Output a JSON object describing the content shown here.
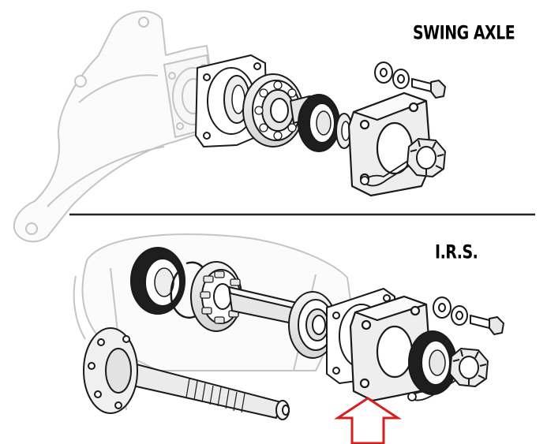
{
  "labels": {
    "swing_axle": "SWING AXLE",
    "irs": "I.R.S."
  },
  "colors": {
    "ink": "#1a1a1a",
    "faint_outline": "#c8c8c8",
    "part_fill": "#ececec",
    "seal_dark": "#1e1e1e",
    "arrow": "#d62020",
    "divider": "#222222"
  },
  "icons": {
    "highlight_marker": "red-outline-up-arrow"
  }
}
